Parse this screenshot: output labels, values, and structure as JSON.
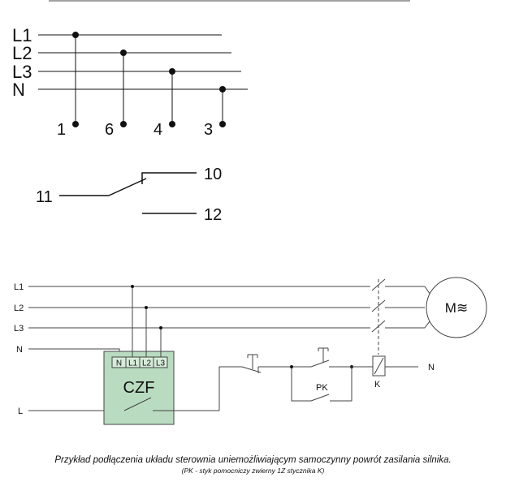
{
  "colors": {
    "line": "#111111",
    "czf_fill": "#b9dcc0",
    "terminal_fill": "#d6ecd9"
  },
  "top_diagram": {
    "rails": [
      "L1",
      "L2",
      "L3",
      "N"
    ],
    "pins": [
      "1",
      "6",
      "4",
      "3"
    ]
  },
  "changeover": {
    "common": "11",
    "no": "10",
    "nc": "12"
  },
  "circuit": {
    "lines": [
      "L1",
      "L2",
      "L3",
      "N",
      "L"
    ],
    "device": "CZF",
    "terminals": [
      "N",
      "L1",
      "L2",
      "L3"
    ],
    "contact_label": "PK",
    "contactor_label": "K",
    "motor_label": "M≋",
    "neutral_out": "N"
  },
  "caption": {
    "line1": "Przykład podłączenia układu sterownia uniemożliwiającym samoczynny powrót zasilania silnika.",
    "line2": "(PK - styk pomocniczy zwierny 1Z stycznika K)"
  }
}
